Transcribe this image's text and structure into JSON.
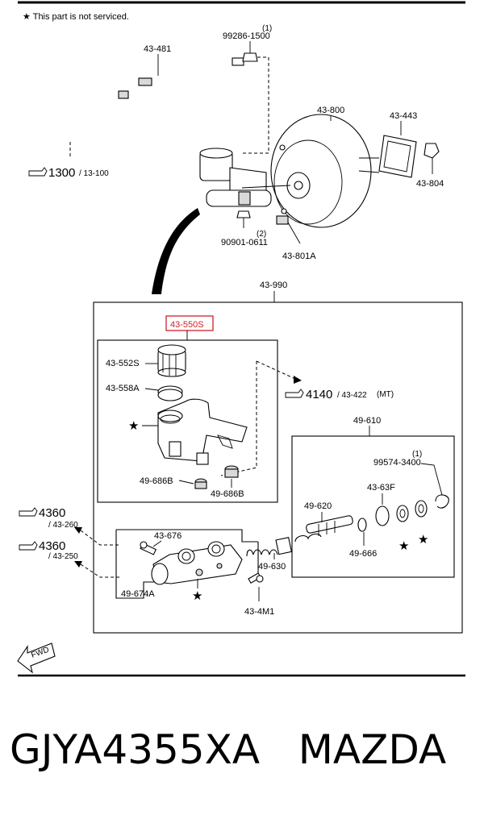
{
  "note": "★ This part is not serviced.",
  "callouts": {
    "c43_481": "43-481",
    "c99286": "99286-1500",
    "c99286_qty": "(1)",
    "c43_800": "43-800",
    "c43_443": "43-443",
    "c43_804": "43-804",
    "ref1300": "1300",
    "ref1300_sub": "/ 13-100",
    "c90901": "90901-0611",
    "c90901_qty": "(2)",
    "c43_801A": "43-801A",
    "c43_990": "43-990",
    "c43_550S": "43-550S",
    "c43_552S": "43-552S",
    "c43_558A": "43-558A",
    "ref4140": "4140",
    "ref4140_sub": "/ 43-422",
    "ref4140_mt": "(MT)",
    "c49_686B_a": "49-686B",
    "c49_686B_b": "49-686B",
    "c49_610": "49-610",
    "c99574": "99574-3400",
    "c99574_qty": "(1)",
    "c43_63F": "43-63F",
    "c49_620": "49-620",
    "c49_666": "49-666",
    "ref4360_a": "4360",
    "ref4360_a_sub": "/ 43-260",
    "ref4360_b": "4360",
    "ref4360_b_sub": "/ 43-250",
    "c43_676": "43-676",
    "c49_630": "49-630",
    "c49_674A": "49-674A",
    "c43_4M1": "43-4M1",
    "fwd": "FWD"
  },
  "caption": {
    "part_number": "GJYA4355XA",
    "brand": "MAZDA"
  },
  "colors": {
    "highlight": "#d0202a",
    "ink": "#000000"
  },
  "icons": [
    "star-icon",
    "reference-hand-icon",
    "fwd-arrow-icon"
  ]
}
